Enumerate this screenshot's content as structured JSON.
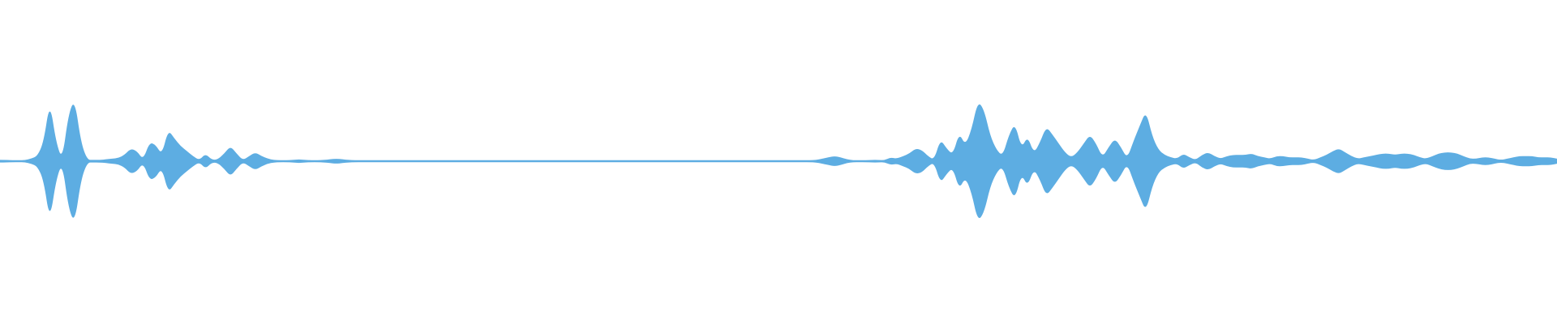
{
  "waveform": {
    "color": "#5dade2",
    "background": "#ffffff",
    "amplitude_envelope": [
      0.02,
      0.02,
      0.01,
      0.0,
      0.01,
      0.04,
      0.08,
      0.3,
      0.95,
      0.3,
      0.01,
      0.75,
      0.98,
      0.3,
      0.02,
      0.02,
      0.02,
      0.03,
      0.04,
      0.05,
      0.1,
      0.2,
      0.16,
      0.02,
      0.3,
      0.26,
      0.1,
      0.5,
      0.36,
      0.24,
      0.16,
      0.08,
      0.01,
      0.12,
      0.02,
      0.03,
      0.12,
      0.24,
      0.12,
      0.01,
      0.08,
      0.14,
      0.08,
      0.04,
      0.02,
      0.01,
      0.01,
      0.02,
      0.03,
      0.02,
      0.01,
      0.01,
      0.02,
      0.03,
      0.04,
      0.03,
      0.02,
      0.01,
      0.01,
      0.01,
      0.01,
      0.01,
      0.01,
      0.01,
      0.01,
      0.01,
      0.01,
      0.01,
      0.01,
      0.0,
      0.0,
      0.0,
      0.0,
      0.0,
      0.0,
      0.0,
      0.0,
      0.0,
      0.0,
      0.0,
      0.0,
      0.0,
      0.0,
      0.0,
      0.0,
      0.0,
      0.0,
      0.0,
      0.0,
      0.0,
      0.0,
      0.0,
      0.0,
      0.01,
      0.0,
      0.0,
      0.0,
      0.0,
      0.01,
      0.0,
      0.01,
      0.0,
      0.0,
      0.0,
      0.0,
      0.0,
      0.0,
      0.0,
      0.01,
      0.0,
      0.0,
      0.0,
      0.0,
      0.0,
      0.0,
      0.01,
      0.01,
      0.0,
      0.0,
      0.01,
      0.01,
      0.01,
      0.01,
      0.01,
      0.01,
      0.0,
      0.01,
      0.01,
      0.01,
      0.01,
      0.01,
      0.02,
      0.04,
      0.06,
      0.08,
      0.06,
      0.03,
      0.01,
      0.0,
      0.01,
      0.02,
      0.02,
      0.01,
      0.06,
      0.04,
      0.08,
      0.12,
      0.2,
      0.18,
      0.08,
      0.02,
      0.35,
      0.2,
      0.1,
      0.45,
      0.25,
      0.5,
      0.95,
      0.82,
      0.4,
      0.18,
      0.08,
      0.42,
      0.6,
      0.2,
      0.4,
      0.12,
      0.3,
      0.55,
      0.42,
      0.28,
      0.14,
      0.06,
      0.14,
      0.28,
      0.42,
      0.28,
      0.06,
      0.22,
      0.36,
      0.22,
      0.04,
      0.32,
      0.56,
      0.8,
      0.4,
      0.18,
      0.1,
      0.06,
      0.04,
      0.12,
      0.06,
      0.02,
      0.1,
      0.14,
      0.08,
      0.04,
      0.08,
      0.1,
      0.1,
      0.1,
      0.12,
      0.08,
      0.06,
      0.04,
      0.08,
      0.08,
      0.06,
      0.06,
      0.06,
      0.04,
      0.02,
      0.06,
      0.1,
      0.16,
      0.2,
      0.14,
      0.08,
      0.04,
      0.06,
      0.08,
      0.1,
      0.12,
      0.12,
      0.1,
      0.12,
      0.12,
      0.1,
      0.06,
      0.04,
      0.08,
      0.12,
      0.14,
      0.14,
      0.12,
      0.08,
      0.04,
      0.04,
      0.06,
      0.06,
      0.04,
      0.02,
      0.04,
      0.06,
      0.08,
      0.08,
      0.08,
      0.06,
      0.06,
      0.06,
      0.04
    ],
    "gaps": [
      0.36,
      0.4,
      0.42,
      0.44,
      0.46
    ]
  }
}
